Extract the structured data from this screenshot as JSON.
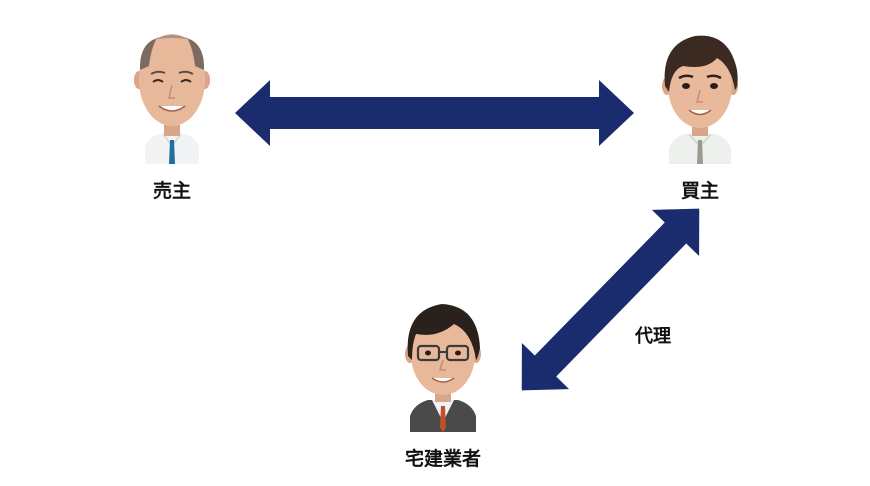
{
  "people": {
    "seller": {
      "label": "売主",
      "icon": "seller-avatar"
    },
    "buyer": {
      "label": "買主",
      "icon": "buyer-avatar"
    },
    "agent": {
      "label": "宅建業者",
      "icon": "real-estate-agent-avatar"
    }
  },
  "arrows": {
    "seller_buyer": {
      "label": "",
      "style": "double-headed"
    },
    "agent_buyer": {
      "label": "代理",
      "style": "double-headed"
    }
  },
  "colors": {
    "arrow": "#1b2c6e",
    "background": "#ffffff",
    "label_text": "#111111"
  }
}
